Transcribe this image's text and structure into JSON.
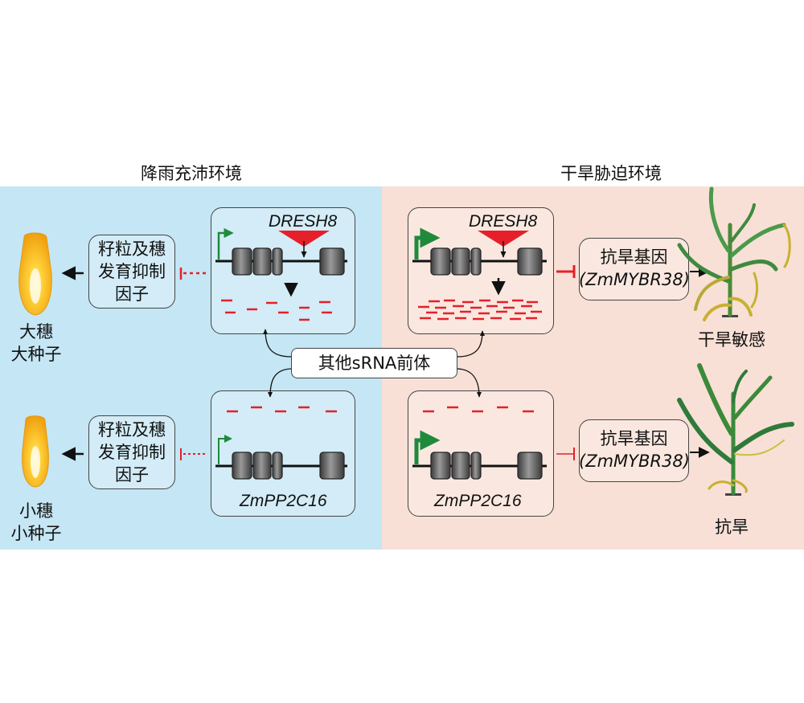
{
  "titles": {
    "left": "降雨充沛环境",
    "right": "干旱胁迫环境"
  },
  "colors": {
    "left_bg": "#c5e6f4",
    "right_bg": "#f8e0d6",
    "sirna": "#e5202a",
    "promoter": "#1f8a3c",
    "exon": "#555555"
  },
  "left": {
    "inhibitor_top": [
      "籽粒及穗",
      "发育抑制",
      "因子"
    ],
    "inhibitor_bottom": [
      "籽粒及穗",
      "发育抑制",
      "因子"
    ],
    "outcome_top": [
      "大穗",
      "大种子"
    ],
    "outcome_bottom": [
      "小穗",
      "小种子"
    ],
    "gene_top": "DRESH8",
    "gene_bottom": "ZmPP2C16"
  },
  "center": {
    "precursor": "其他sRNA前体"
  },
  "right": {
    "gene_top": "DRESH8",
    "gene_bottom": "ZmPP2C16",
    "resist_top": [
      "抗旱基因",
      "(ZmMYBR38)"
    ],
    "resist_bottom": [
      "抗旱基因",
      "(ZmMYBR38)"
    ],
    "outcome_top": "干旱敏感",
    "outcome_bottom": "抗旱"
  }
}
